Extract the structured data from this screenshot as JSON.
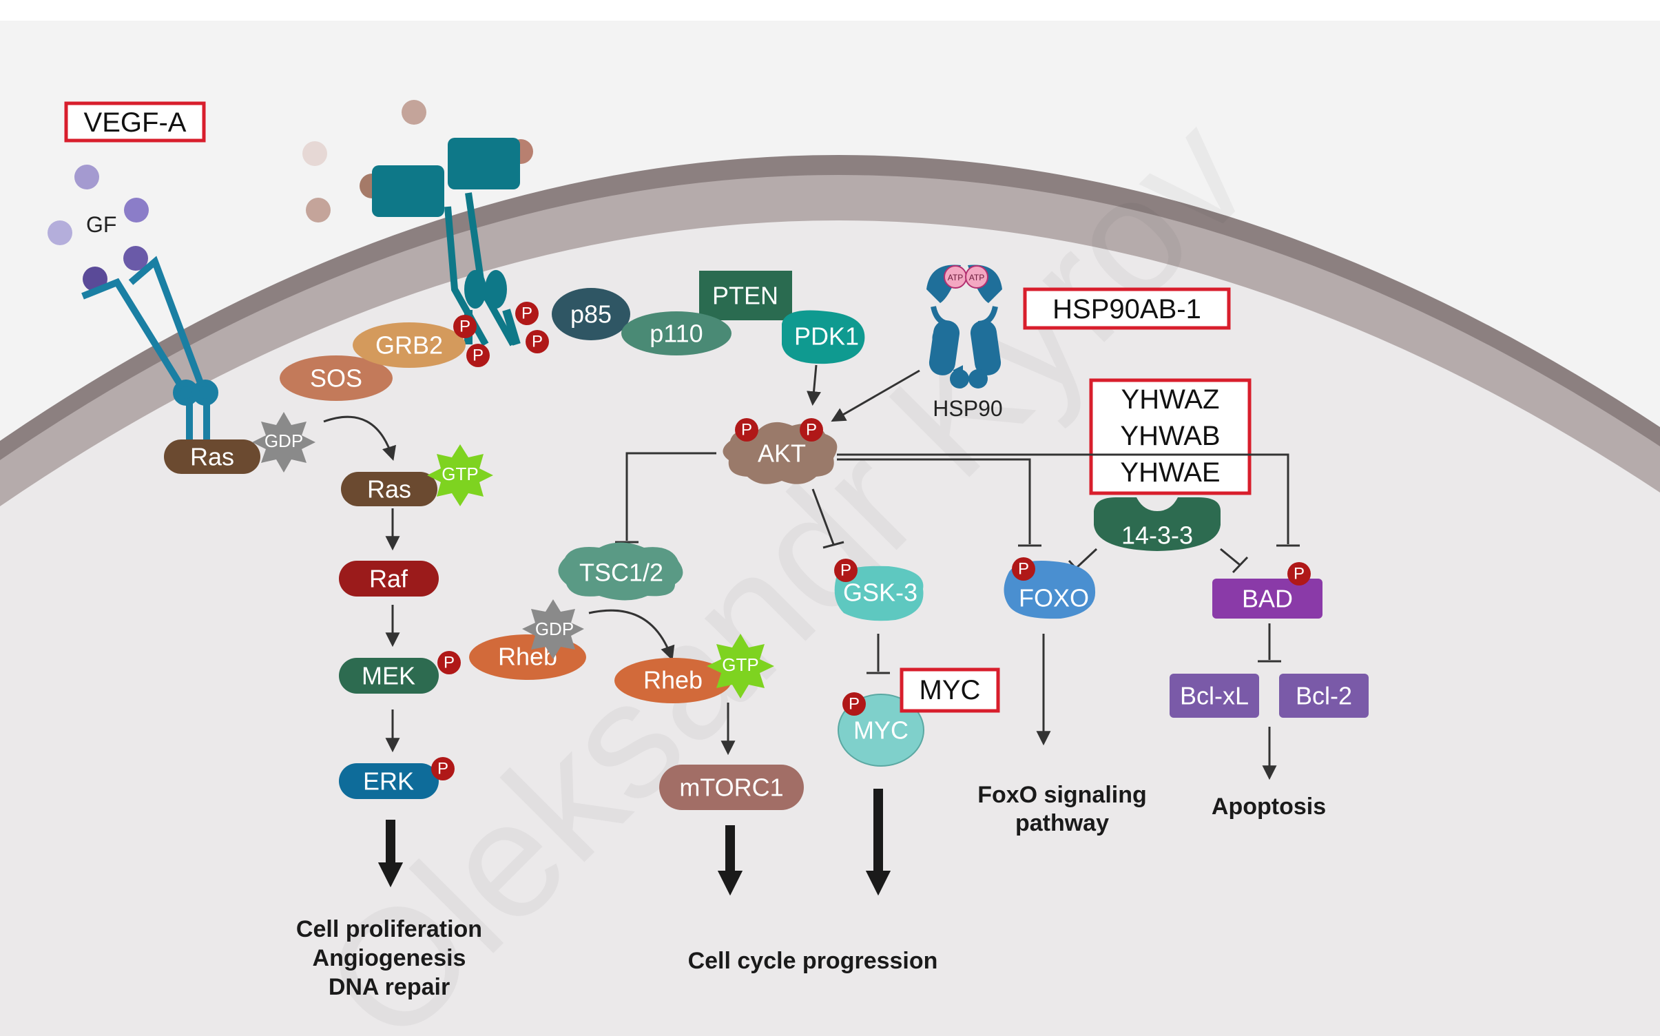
{
  "labels": {
    "vegf": "VEGF-A",
    "gf": "GF",
    "hsp90ab": "HSP90AB-1",
    "hsp90": "HSP90",
    "atp1": "ATP",
    "atp2": "ATP",
    "yhwaz": "YHWAZ",
    "yhwab": "YHWAB",
    "yhwae": "YHWAE",
    "myc_box": "MYC"
  },
  "nodes": {
    "grb2": "GRB2",
    "sos": "SOS",
    "ras1": "Ras",
    "gdp1": "GDP",
    "ras2": "Ras",
    "gtp1": "GTP",
    "raf": "Raf",
    "mek": "MEK",
    "erk": "ERK",
    "p85": "p85",
    "p110": "p110",
    "pten": "PTEN",
    "pdk1": "PDK1",
    "akt": "AKT",
    "tsc": "TSC1/2",
    "rheb1": "Rheb",
    "gdp2": "GDP",
    "rheb2": "Rheb",
    "gtp2": "GTP",
    "mtorc1": "mTORC1",
    "gsk3": "GSK-3",
    "myc": "MYC",
    "foxo": "FOXO",
    "p1433": "14-3-3",
    "bad": "BAD",
    "bclxl": "Bcl-xL",
    "bcl2": "Bcl-2",
    "p": "P"
  },
  "outcomes": {
    "prolif1": "Cell proliferation",
    "prolif2": "Angiogenesis",
    "prolif3": "DNA repair",
    "cellcycle": "Cell cycle progression",
    "foxo1": "FoxO signaling",
    "foxo2": "pathway",
    "apoptosis": "Apoptosis"
  },
  "colors": {
    "membrane": "#8c8080",
    "cytoplasm": "#ebe9ea",
    "receptor": "#1a7fa3",
    "receptor2": "#0e7888",
    "ras": "#6b4a30",
    "raf": "#9b1b1b",
    "mek": "#2d6b50",
    "erk": "#0e6c9a",
    "grb2": "#d49a5c",
    "sos": "#c37a5a",
    "p85": "#2f5664",
    "p110": "#4a8a75",
    "pten": "#2a6b50",
    "pdk1": "#0f9a90",
    "akt": "#9a7a6a",
    "tsc": "#5a9a85",
    "rheb": "#d26a3a",
    "mtorc1": "#a26e66",
    "gsk3": "#5ec8c0",
    "myc": "#7fd0cb",
    "foxo": "#4a8fd0",
    "p1433": "#2d6b50",
    "bad": "#8a3aa8",
    "bcl": "#7a5aa8",
    "gtp": "#7ed320",
    "gdp": "#8a8a8a",
    "phospho": "#b01818",
    "box": "#d81e2c"
  },
  "watermark": "Oleksandr Kyrov"
}
